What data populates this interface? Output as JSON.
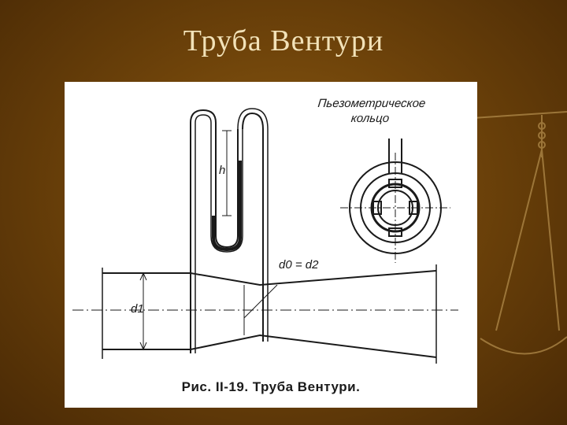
{
  "slide": {
    "title": "Труба Вентури"
  },
  "figure": {
    "caption": "Рис. II-19. Труба Вентури.",
    "ring_label_line1": "Пьезометрическое",
    "ring_label_line2": "кольцо",
    "label_h": "h",
    "label_d1": "d1",
    "label_d0_eq_d2": "d0 = d2"
  },
  "colors": {
    "background": "#6e430a",
    "title_text": "#f2e2b8",
    "panel": "#ffffff",
    "ink": "#1a1a1a"
  }
}
